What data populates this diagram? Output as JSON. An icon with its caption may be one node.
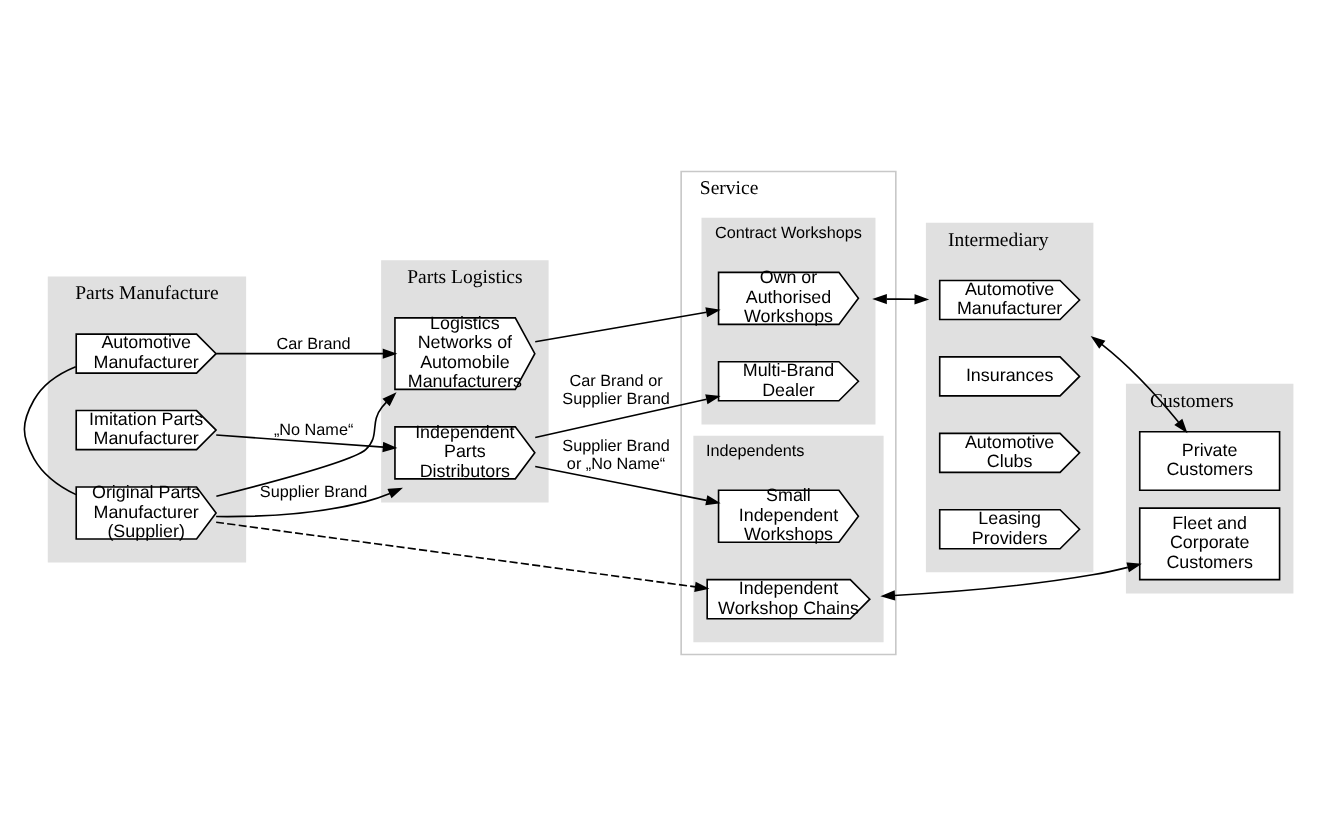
{
  "diagram": {
    "nodes": [
      {
        "text": [
          "Parts Manufacture"
        ]
      },
      {
        "text": [
          "Automotive Manufacturer"
        ],
        "in": 0
      },
      {
        "text": [
          "Original Parts Manufacturer (Supplier)"
        ],
        "in": 0
      },
      {
        "text": [
          "Imitation Parts Manufacturer"
        ],
        "in": 0
      },
      {
        "text": [
          "Parts Logistics"
        ]
      },
      {
        "text": [
          "Logistics Networks of Automobile Manufacturers"
        ],
        "in": 4
      },
      {
        "text": [
          "Independent Parts Distributors"
        ],
        "in": 4
      },
      {
        "text": [
          "Service"
        ]
      },
      {
        "text": [
          "Contract Workshops"
        ],
        "in": 7
      },
      {
        "text": [
          "Own or Authorised Workshops"
        ],
        "in": 8
      },
      {
        "text": [
          "Multi-Brand Dealer"
        ],
        "in": 8
      },
      {
        "text": [
          "Independents"
        ],
        "in": 7
      },
      {
        "text": [
          "Independent Workshop Chains"
        ],
        "in": 11
      },
      {
        "text": [
          "Small Independent Workshops"
        ],
        "in": 11
      },
      {
        "text": [
          "Intermediary"
        ]
      },
      {
        "text": [
          "Automotive Manufacturer"
        ],
        "in": 14
      },
      {
        "text": [
          "Insurances"
        ],
        "in": 14
      },
      {
        "text": [
          "Automotive Clubs"
        ],
        "in": 14
      },
      {
        "text": [
          "Leasing Providers"
        ],
        "in": 14
      },
      {
        "text": [
          "Customers"
        ]
      },
      {
        "text": [
          "Private Customers"
        ],
        "in": 19
      },
      {
        "text": [
          "Fleet and Corporate Customers"
        ],
        "in": 19
      }
    ],
    "edges": [
      {
        "from": 1,
        "to": 5,
        "arrow": "to",
        "label": "Car Brand"
      },
      {
        "from": 1,
        "to": 2,
        "arrow": "none"
      },
      {
        "from": 2,
        "to": 5,
        "arrow": "to"
      },
      {
        "from": 2,
        "to": 6,
        "arrow": "to",
        "label": "Supplier Brand"
      },
      {
        "from": 2,
        "to": 12,
        "arrow": "to",
        "style": "dashed"
      },
      {
        "from": 3,
        "to": 6,
        "arrow": "to",
        "label": "„No Name“"
      },
      {
        "from": 5,
        "to": 9,
        "arrow": "to"
      },
      {
        "from": 6,
        "to": 10,
        "arrow": "to",
        "label": "Car Brand or Supplier Brand"
      },
      {
        "from": 6,
        "to": 13,
        "arrow": "to",
        "label": "Supplier Brand or „No Name“"
      },
      {
        "from": 8,
        "to": 14,
        "arrow": "both"
      },
      {
        "from": 14,
        "to": 20,
        "arrow": "both"
      },
      {
        "from": 11,
        "to": 21,
        "arrow": "both"
      }
    ]
  }
}
